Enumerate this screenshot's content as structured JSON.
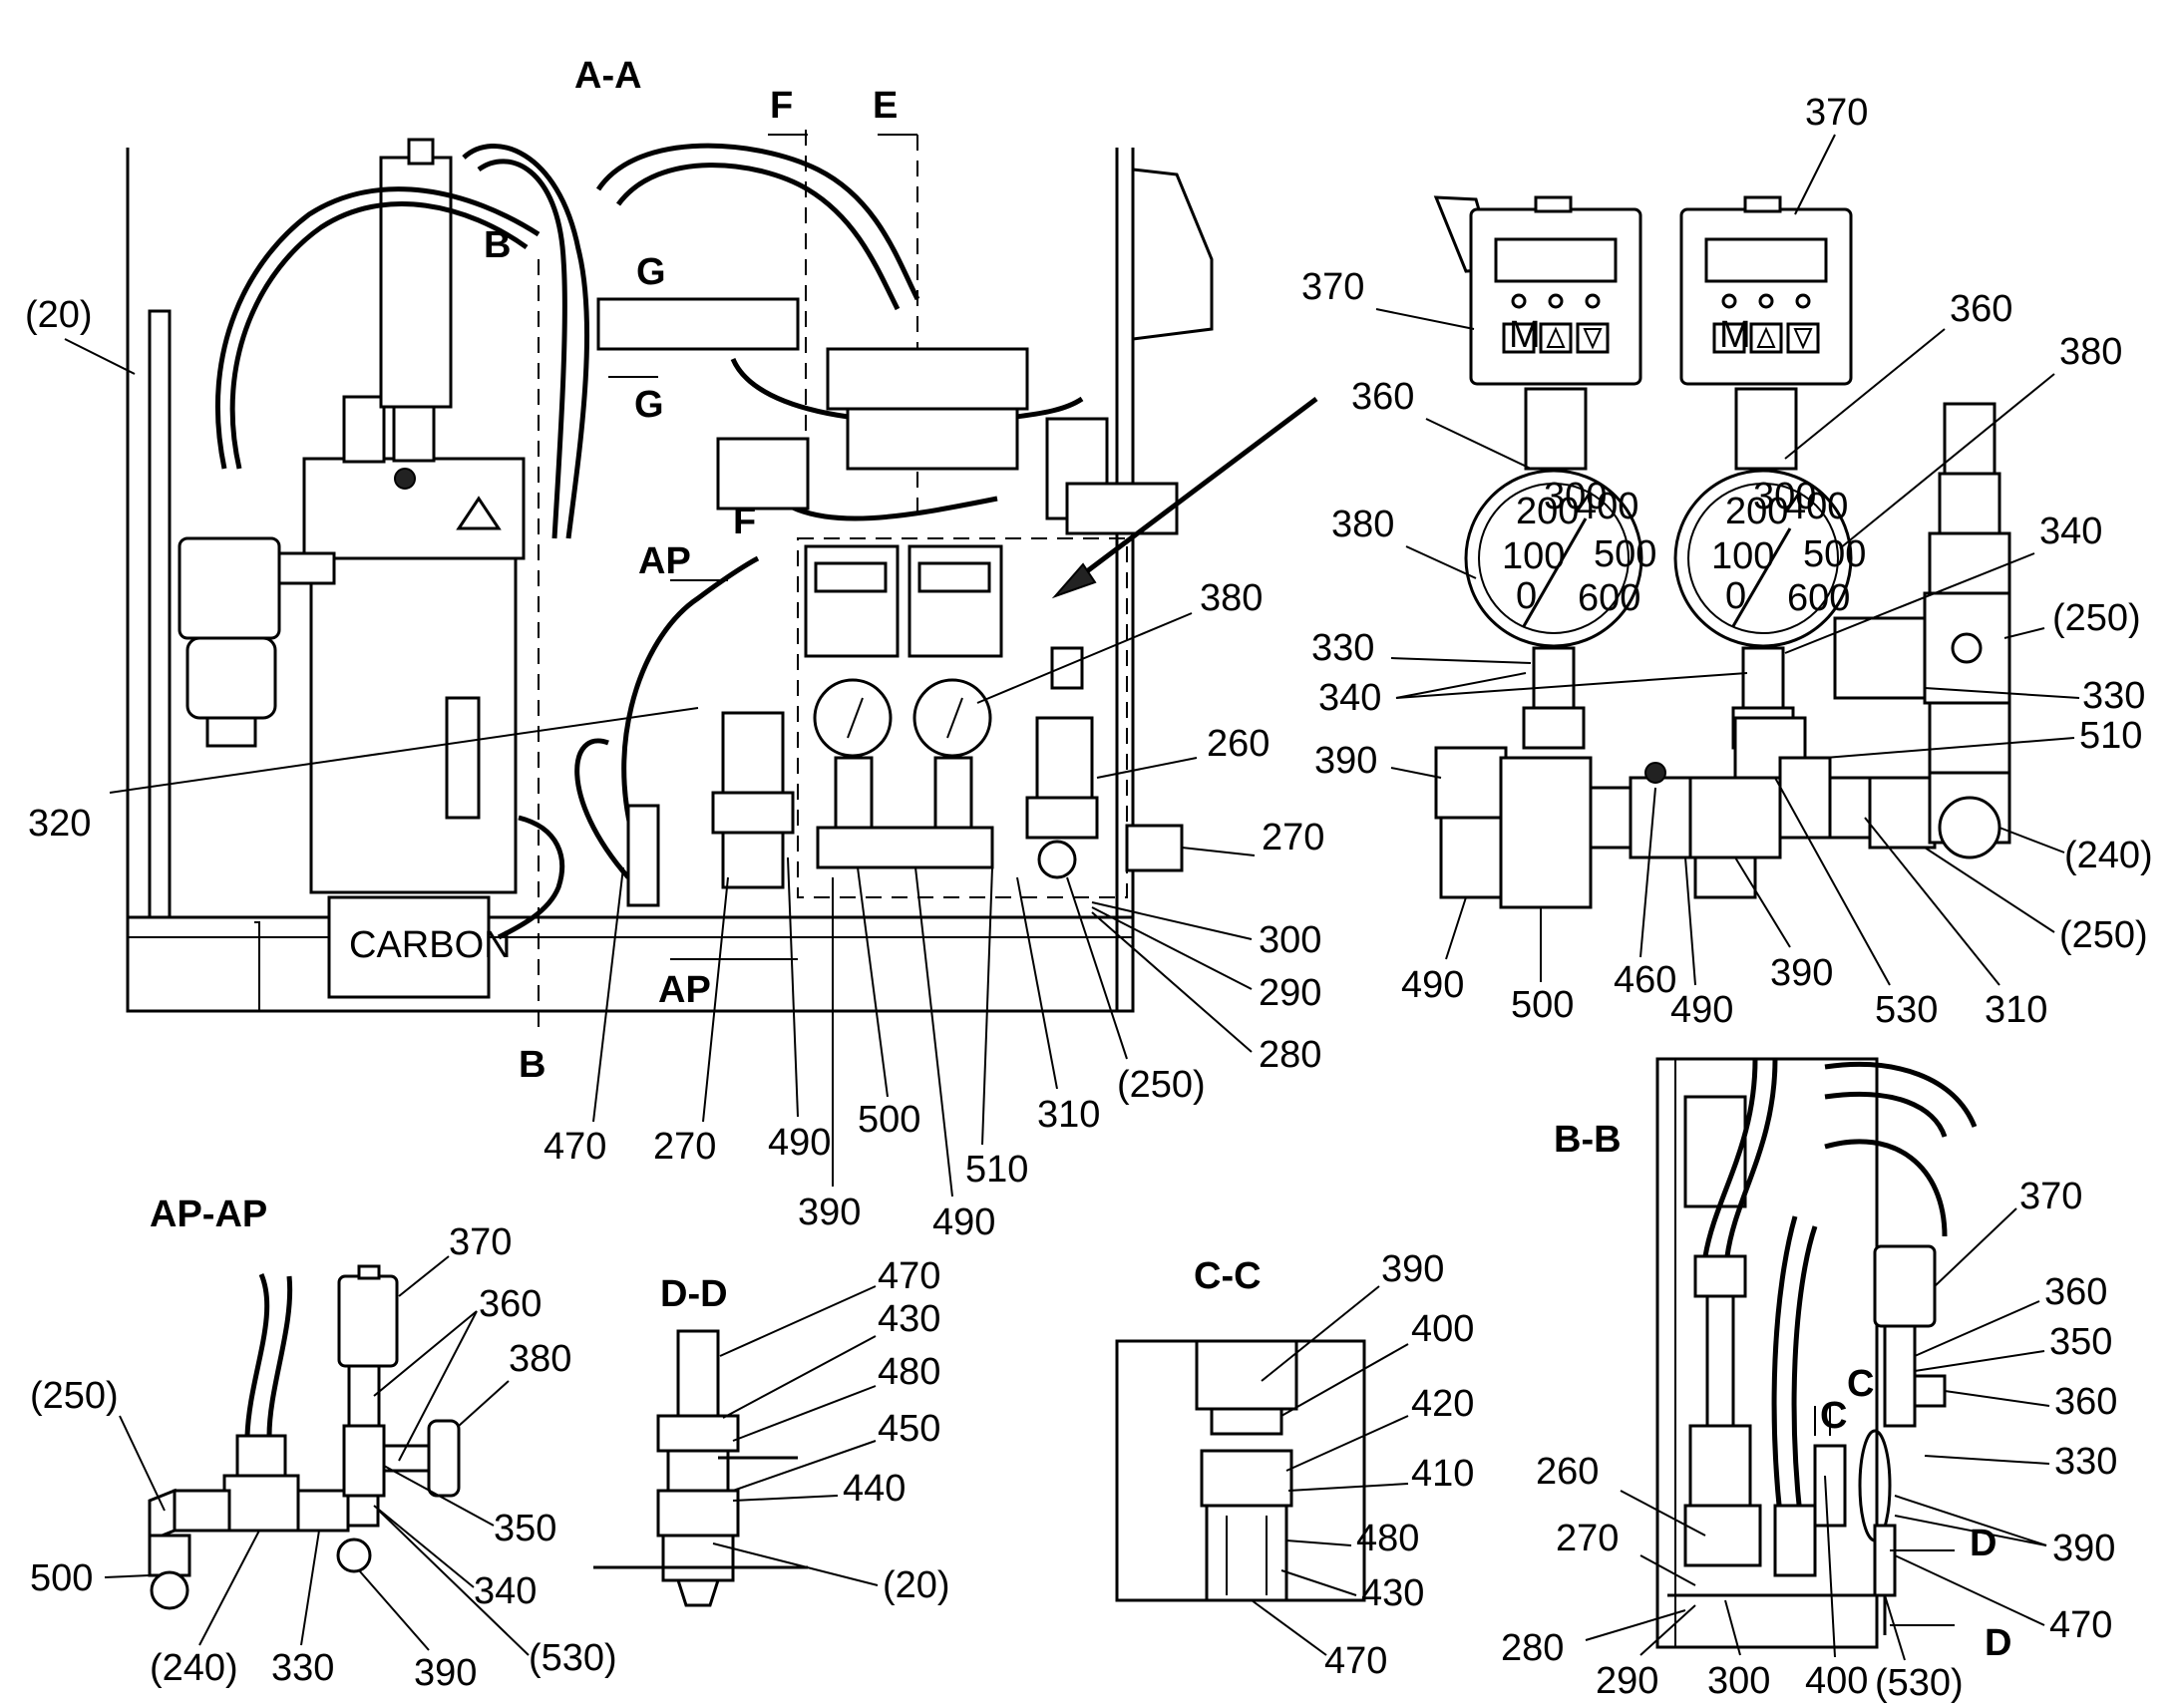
{
  "views": {
    "aa": {
      "title": "A-A"
    },
    "apap": {
      "title": "AP-AP"
    },
    "dd": {
      "title": "D-D"
    },
    "cc": {
      "title": "C-C"
    },
    "bb": {
      "title": "B-B"
    }
  },
  "section_marks": {
    "f": "F",
    "e": "E",
    "g": "G",
    "b": "B",
    "ap": "AP",
    "c": "C",
    "d": "D"
  },
  "labels": {
    "aa": {
      "l20": "(20)",
      "l320": "320",
      "l260": "260",
      "l270r": "270",
      "l300": "300",
      "l290": "290",
      "l280": "280",
      "l380": "380",
      "l470": "470",
      "l270": "270",
      "l490a": "490",
      "l500": "500",
      "l510": "510",
      "l310": "310",
      "l250": "(250)",
      "l390": "390",
      "l490b": "490"
    },
    "detail": {
      "l370a": "370",
      "l370b": "370",
      "l360a": "360",
      "l360b": "360",
      "l380a": "380",
      "l380b": "380",
      "l340a": "340",
      "l340b": "340",
      "l330a": "330",
      "l330b": "330",
      "l250a": "(250)",
      "l250b": "(250)",
      "l510": "510",
      "l240": "(240)",
      "l390a": "390",
      "l390b": "390",
      "l490a": "490",
      "l490b": "490",
      "l500": "500",
      "l460": "460",
      "l530": "530",
      "l310": "310"
    },
    "apap": {
      "l370": "370",
      "l360": "360",
      "l380": "380",
      "l250": "(250)",
      "l350": "350",
      "l340": "340",
      "l500": "500",
      "l240": "(240)",
      "l330": "330",
      "l390": "390",
      "l530": "(530)"
    },
    "dd": {
      "l470a": "470",
      "l430": "430",
      "l480": "480",
      "l450": "450",
      "l440": "440",
      "l20": "(20)"
    },
    "cc": {
      "l390": "390",
      "l400": "400",
      "l420": "420",
      "l410": "410",
      "l480": "480",
      "l430": "430",
      "l470": "470"
    },
    "bb": {
      "l370": "370",
      "l360a": "360",
      "l350": "350",
      "l360b": "360",
      "l330": "330",
      "l390": "390",
      "l260": "260",
      "l270": "270",
      "l470": "470",
      "l280": "280",
      "l290": "290",
      "l300": "300",
      "l400": "400",
      "l530": "(530)"
    }
  },
  "meter": {
    "mode_key": "M",
    "gauge_ticks": [
      "100",
      "200",
      "300",
      "400",
      "500",
      "600",
      "0"
    ]
  },
  "brand": {
    "label": "CARBON"
  }
}
